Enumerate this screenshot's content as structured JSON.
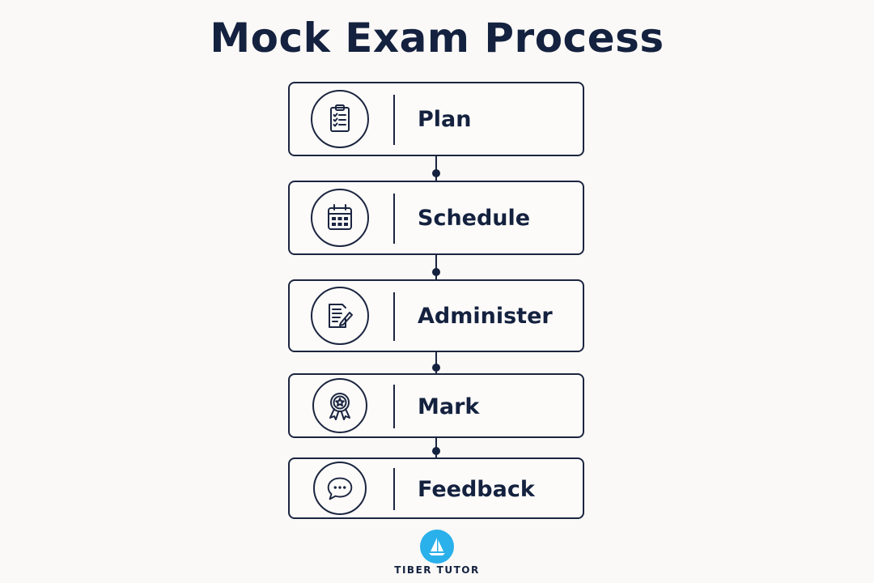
{
  "title": "Mock Exam Process",
  "steps": [
    {
      "label": "Plan",
      "icon": "clipboard-checklist-icon"
    },
    {
      "label": "Schedule",
      "icon": "calendar-icon"
    },
    {
      "label": "Administer",
      "icon": "document-pencil-icon"
    },
    {
      "label": "Mark",
      "icon": "award-badge-star-icon"
    },
    {
      "label": "Feedback",
      "icon": "chat-bubble-icon"
    }
  ],
  "brand": {
    "name": "TIBER TUTOR",
    "logo_icon": "sailboat-icon",
    "logo_color": "#2ab0ea"
  },
  "colors": {
    "ink": "#14213f",
    "background": "#faf9f7"
  }
}
